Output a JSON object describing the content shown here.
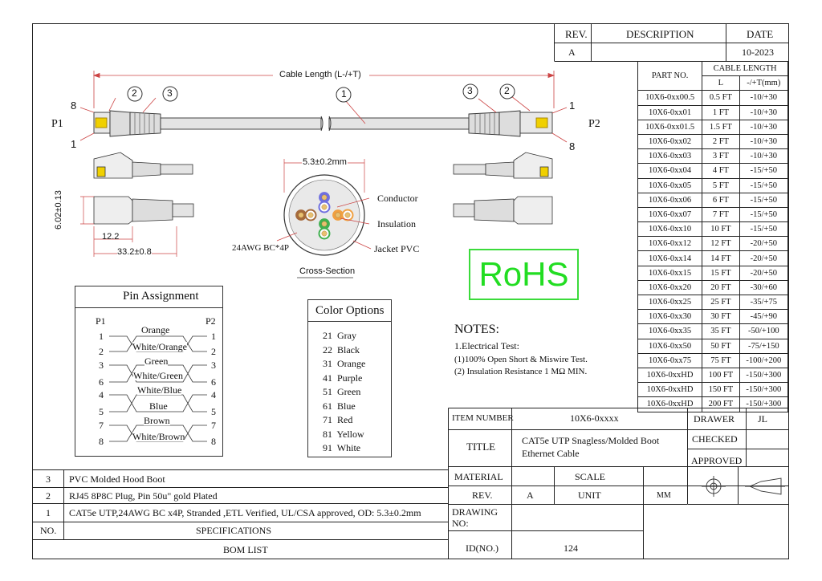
{
  "revision_block": {
    "headers": {
      "rev": "REV.",
      "description": "DESCRIPTION",
      "date": "DATE"
    },
    "rev": "A",
    "description": "",
    "date": "10-2023"
  },
  "cable_table": {
    "header_part": "PART NO.",
    "header_cable_length": "CABLE LENGTH",
    "header_l": "L",
    "header_tol": "-/+T(mm)",
    "rows": [
      {
        "part": "10X6-0xx00.5",
        "len": "0.5 FT",
        "tol": "-10/+30"
      },
      {
        "part": "10X6-0xx01",
        "len": "1 FT",
        "tol": "-10/+30"
      },
      {
        "part": "10X6-0xx01.5",
        "len": "1.5 FT",
        "tol": "-10/+30"
      },
      {
        "part": "10X6-0xx02",
        "len": "2 FT",
        "tol": "-10/+30"
      },
      {
        "part": "10X6-0xx03",
        "len": "3 FT",
        "tol": "-10/+30"
      },
      {
        "part": "10X6-0xx04",
        "len": "4 FT",
        "tol": "-15/+50"
      },
      {
        "part": "10X6-0xx05",
        "len": "5 FT",
        "tol": "-15/+50"
      },
      {
        "part": "10X6-0xx06",
        "len": "6 FT",
        "tol": "-15/+50"
      },
      {
        "part": "10X6-0xx07",
        "len": "7 FT",
        "tol": "-15/+50"
      },
      {
        "part": "10X6-0xx10",
        "len": "10 FT",
        "tol": "-15/+50"
      },
      {
        "part": "10X6-0xx12",
        "len": "12 FT",
        "tol": "-20/+50"
      },
      {
        "part": "10X6-0xx14",
        "len": "14 FT",
        "tol": "-20/+50"
      },
      {
        "part": "10X6-0xx15",
        "len": "15 FT",
        "tol": "-20/+50"
      },
      {
        "part": "10X6-0xx20",
        "len": "20 FT",
        "tol": "-30/+60"
      },
      {
        "part": "10X6-0xx25",
        "len": "25 FT",
        "tol": "-35/+75"
      },
      {
        "part": "10X6-0xx30",
        "len": "30 FT",
        "tol": "-45/+90"
      },
      {
        "part": "10X6-0xx35",
        "len": "35 FT",
        "tol": "-50/+100"
      },
      {
        "part": "10X6-0xx50",
        "len": "50 FT",
        "tol": "-75/+150"
      },
      {
        "part": "10X6-0xx75",
        "len": "75 FT",
        "tol": "-100/+200"
      },
      {
        "part": "10X6-0xxHD",
        "len": "100 FT",
        "tol": "-150/+300"
      },
      {
        "part": "10X6-0xxHD",
        "len": "150 FT",
        "tol": "-150/+300"
      },
      {
        "part": "10X6-0xxHD",
        "len": "200 FT",
        "tol": "-150/+300"
      }
    ]
  },
  "drawing": {
    "cable_length_label": "Cable Length (L-/+T)",
    "p1": "P1",
    "p2": "P2",
    "pin8": "8",
    "pin1": "1",
    "callout_1": "1",
    "callout_2": "2",
    "callout_3": "3",
    "dim_height": "6.02±0.13",
    "dim_plug": "12.2",
    "dim_total": "33.2±0.8",
    "dim_od": "5.3±0.2mm",
    "conductor": "Conductor",
    "insulation": "Insulation",
    "jacket": "Jacket PVC",
    "awg": "24AWG BC*4P",
    "cross_section": "Cross-Section",
    "wire_colors": [
      "#6f6fe0",
      "#f0a040",
      "#40b050",
      "#a56a3c"
    ]
  },
  "rohs": "RoHS",
  "pin_assignment": {
    "title": "Pin Assignment",
    "p1": "P1",
    "p2": "P2",
    "pins_left": [
      "1",
      "2",
      "3",
      "6",
      "4",
      "5",
      "7",
      "8"
    ],
    "pins_right": [
      "1",
      "2",
      "3",
      "6",
      "4",
      "5",
      "7",
      "8"
    ],
    "labels": [
      "Orange",
      "White/Orange",
      "Green",
      "White/Green",
      "White/Blue",
      "Blue",
      "Brown",
      "White/Brown"
    ]
  },
  "color_options": {
    "title": "Color Options",
    "items": [
      "21  Gray",
      "22  Black",
      "31  Orange",
      "41  Purple",
      "51  Green",
      "61  Blue",
      "71  Red",
      "81  Yellow",
      "91  White"
    ]
  },
  "notes": {
    "title": "NOTES:",
    "lines": [
      "1.Electrical Test:",
      "(1)100% Open Short & Miswire Test.",
      "(2) Insulation Resistance 1 MΩ  MIN."
    ]
  },
  "title_block": {
    "item_number_label": "ITEM NUMBER",
    "item_number": "10X6-0xxxx",
    "title_label": "TITLE",
    "title_line1": "CAT5e UTP Snagless/Molded Boot",
    "title_line2": "Ethernet Cable",
    "material_label": "MATERIAL",
    "scale_label": "SCALE",
    "rev_label": "REV.",
    "rev": "A",
    "unit_label": "UNIT",
    "unit": "MM",
    "drawing_no_label1": "DRAWING",
    "drawing_no_label2": "NO:",
    "id_label": "ID(NO.)",
    "id": "124",
    "drawer_label": "DRAWER",
    "drawer": "JL",
    "checked_label": "CHECKED",
    "approved_label": "APPROVED"
  },
  "bom": {
    "rows": [
      {
        "no": "3",
        "spec": "PVC Molded Hood Boot"
      },
      {
        "no": "2",
        "spec": "RJ45 8P8C  Plug, Pin 50u\" gold Plated"
      },
      {
        "no": "1",
        "spec": "CAT5e UTP,24AWG BC x4P, Stranded ,ETL Verified, UL/CSA approved, OD: 5.3±0.2mm"
      }
    ],
    "no_label": "NO.",
    "spec_label": "SPECIFICATIONS",
    "list_label": "BOM LIST"
  }
}
